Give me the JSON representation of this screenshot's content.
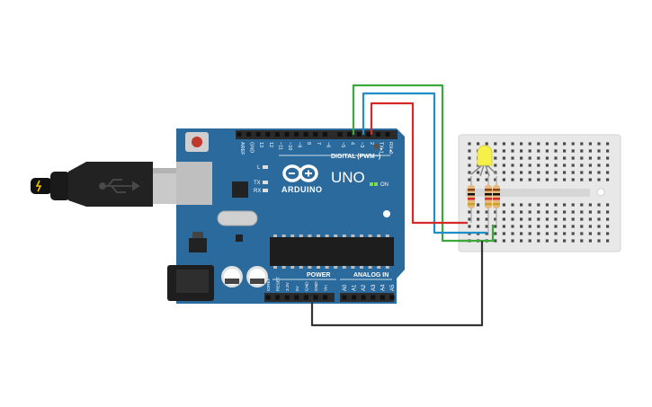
{
  "board": {
    "brand": "ARDUINO",
    "model": "UNO",
    "digital_label": "DIGITAL (PWM~)",
    "power_label": "POWER",
    "analog_label": "ANALOG IN",
    "on_label": "ON",
    "tx_label": "TX",
    "rx_label": "RX",
    "l_label": "L",
    "top_pins": [
      "AREF",
      "GND",
      "13",
      "12",
      "~11",
      "~10",
      "~9",
      "8",
      "7",
      "~6",
      "~5",
      "4",
      "~3",
      "2",
      "TX▸1",
      "RX◂0"
    ],
    "power_pins": [
      "IOREF",
      "RESET",
      "3.3V",
      "5V",
      "GND",
      "GND",
      "Vin"
    ],
    "analog_pins": [
      "A0",
      "A1",
      "A2",
      "A3",
      "A4",
      "A5"
    ]
  },
  "colors": {
    "board": "#2a6a9c",
    "board_edge": "#1f5580",
    "header": "#2b2b2b",
    "wire_red": "#d62828",
    "wire_blue": "#1e8ec9",
    "wire_green": "#3aa83a",
    "wire_black": "#333333",
    "led": "#f5f04a",
    "breadboard": "#e8e8e8"
  },
  "icons": {
    "usb": "usb-icon",
    "arduino_logo": "infinity-logo-icon"
  }
}
